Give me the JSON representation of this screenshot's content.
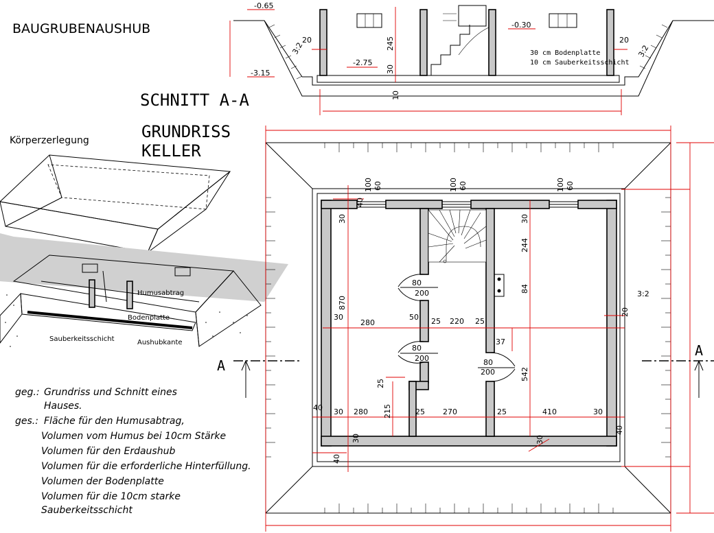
{
  "title": "BAUGRUBENAUSHUB",
  "section": {
    "title": "SCHNITT A-A",
    "levels": {
      "top": "-0.65",
      "ground": "-0.30",
      "bottom": "-3.15",
      "floor": "-2.75"
    },
    "dims": {
      "d20": "20",
      "d245": "245",
      "d30": "30",
      "d10": "10",
      "slope": "3:2"
    },
    "notes": [
      "30 cm Bodenplatte",
      "10 cm Sauberkeitsschicht"
    ]
  },
  "plan": {
    "title_line1": "GRUNDRISS",
    "title_line2": "KELLER",
    "section_marker": "A",
    "slope": "3:2",
    "window_dims": {
      "w100": "100",
      "w60": "60"
    },
    "door_dims": {
      "width": "80",
      "height": "200"
    },
    "dims": {
      "d40": "40",
      "d30": "30",
      "d870": "870",
      "d280": "280",
      "d50": "50",
      "d25": "25",
      "d220": "220",
      "d244": "244",
      "d84": "84",
      "d542": "542",
      "d37": "37",
      "d20": "20",
      "d215": "215",
      "d270": "270",
      "d410": "410"
    }
  },
  "iso": {
    "title": "Körperzerlegung",
    "labels": [
      "Humusabtrag",
      "Bodenplatte",
      "Sauberkeitsschicht",
      "Aushubkante"
    ]
  },
  "task": {
    "given_label": "geg.:",
    "given_text": [
      "Grundriss und Schnitt eines",
      "Hauses."
    ],
    "sought_label": "ges.:",
    "sought_items": [
      "Fläche für den Humusabtrag,",
      "Volumen vom Humus bei 10cm Stärke",
      "Volumen für den Erdaushub",
      "Volumen für die erforderliche Hinterfüllung.",
      "Volumen der Bodenplatte",
      "Volumen für die 10cm starke",
      "Sauberkeitsschicht"
    ]
  }
}
